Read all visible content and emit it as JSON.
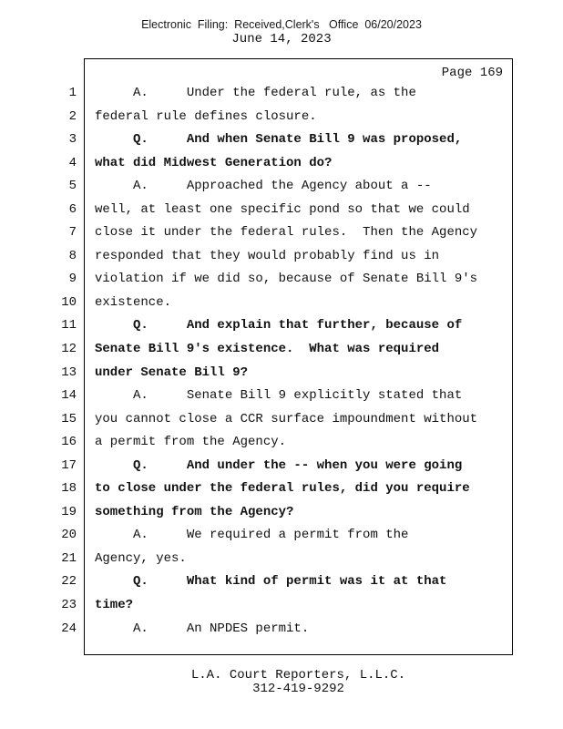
{
  "header": {
    "stamp": "Electronic  Filing:  Received,Clerk's   Office  06/20/2023",
    "date": "June 14, 2023"
  },
  "page_label": "Page 169",
  "transcript": {
    "lines": [
      {
        "n": "1",
        "bold": false,
        "text": "     A.     Under the federal rule, as the"
      },
      {
        "n": "2",
        "bold": false,
        "text": "federal rule defines closure."
      },
      {
        "n": "3",
        "bold": true,
        "text": "     Q.     And when Senate Bill 9 was proposed,"
      },
      {
        "n": "4",
        "bold": true,
        "text": "what did Midwest Generation do?"
      },
      {
        "n": "5",
        "bold": false,
        "text": "     A.     Approached the Agency about a --"
      },
      {
        "n": "6",
        "bold": false,
        "text": "well, at least one specific pond so that we could"
      },
      {
        "n": "7",
        "bold": false,
        "text": "close it under the federal rules.  Then the Agency"
      },
      {
        "n": "8",
        "bold": false,
        "text": "responded that they would probably find us in"
      },
      {
        "n": "9",
        "bold": false,
        "text": "violation if we did so, because of Senate Bill 9's"
      },
      {
        "n": "10",
        "bold": false,
        "text": "existence."
      },
      {
        "n": "11",
        "bold": true,
        "text": "     Q.     And explain that further, because of"
      },
      {
        "n": "12",
        "bold": true,
        "text": "Senate Bill 9's existence.  What was required"
      },
      {
        "n": "13",
        "bold": true,
        "text": "under Senate Bill 9?"
      },
      {
        "n": "14",
        "bold": false,
        "text": "     A.     Senate Bill 9 explicitly stated that"
      },
      {
        "n": "15",
        "bold": false,
        "text": "you cannot close a CCR surface impoundment without"
      },
      {
        "n": "16",
        "bold": false,
        "text": "a permit from the Agency."
      },
      {
        "n": "17",
        "bold": true,
        "text": "     Q.     And under the -- when you were going"
      },
      {
        "n": "18",
        "bold": true,
        "text": "to close under the federal rules, did you require"
      },
      {
        "n": "19",
        "bold": true,
        "text": "something from the Agency?"
      },
      {
        "n": "20",
        "bold": false,
        "text": "     A.     We required a permit from the"
      },
      {
        "n": "21",
        "bold": false,
        "text": "Agency, yes."
      },
      {
        "n": "22",
        "bold": true,
        "text": "     Q.     What kind of permit was it at that"
      },
      {
        "n": "23",
        "bold": true,
        "text": "time?"
      },
      {
        "n": "24",
        "bold": false,
        "text": "     A.     An NPDES permit."
      }
    ]
  },
  "footer": {
    "company": "L.A. Court Reporters, L.L.C.",
    "phone": "312-419-9292"
  }
}
